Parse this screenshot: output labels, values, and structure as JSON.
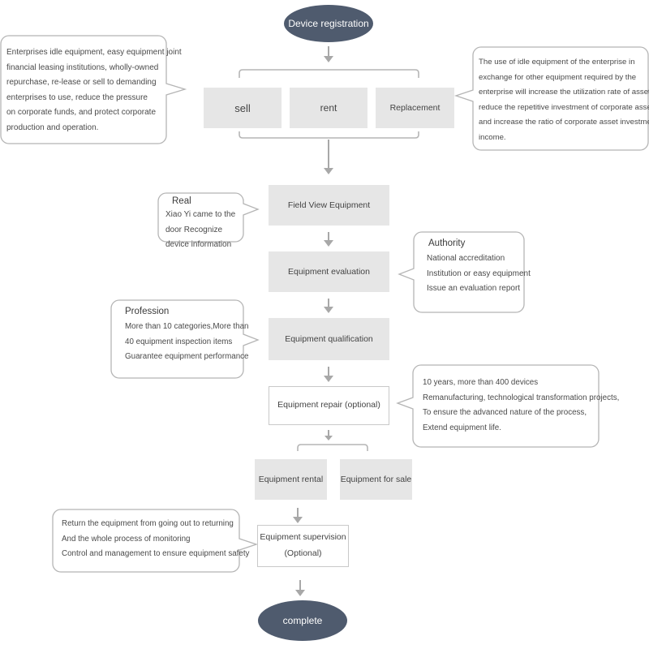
{
  "start": "Device registration",
  "options": {
    "sell": "sell",
    "rent": "rent",
    "replacement": "Replacement"
  },
  "left_note_1": {
    "lines": [
      "Enterprises idle equipment, easy equipment joint",
      "financial leasing institutions, wholly-owned",
      "repurchase, re-lease or sell to demanding",
      "enterprises to use, reduce the pressure",
      "on corporate funds, and protect corporate",
      " production and operation."
    ]
  },
  "right_note_1": {
    "lines": [
      "The use of idle equipment of the enterprise in",
      "exchange for other equipment required by the",
      "enterprise will increase the utilization rate of assets,",
      "reduce the repetitive investment of corporate assets,",
      "and increase the ratio of corporate asset investment",
      "income."
    ]
  },
  "steps": {
    "field_view": "Field View Equipment",
    "evaluation": "Equipment evaluation",
    "qualification": "Equipment qualification",
    "repair": "Equipment repair (optional)",
    "rental": "Equipment  rental",
    "for_sale": "Equipment for sale",
    "supervision_line1": "Equipment supervision",
    "supervision_line2": "(Optional)"
  },
  "note_real": {
    "title": "Real",
    "lines": [
      "Xiao Yi came to the",
      "door  Recognize",
      "device information"
    ]
  },
  "note_authority": {
    "title": "Authority",
    "lines": [
      "National accreditation",
      "Institution or easy equipment",
      "Issue an evaluation report"
    ]
  },
  "note_profession": {
    "title": "Profession",
    "lines": [
      "More than 10 categories,More than",
      "40  equipment inspection items",
      "Guarantee equipment performance"
    ]
  },
  "note_repair": {
    "lines": [
      "10 years, more than 400 devices",
      "Remanufacturing, technological transformation projects,",
      "To ensure the advanced nature of the process,",
      "Extend equipment life."
    ]
  },
  "note_supervision": {
    "lines": [
      "Return the equipment from going out to returning",
      "And the whole process of monitoring",
      "Control and management to ensure equipment safety"
    ]
  },
  "end": "complete",
  "colors": {
    "pill": "#4f5b6e",
    "box": "#e6e6e6",
    "line": "#b5b5b5",
    "arrow": "#a8a8a8"
  }
}
